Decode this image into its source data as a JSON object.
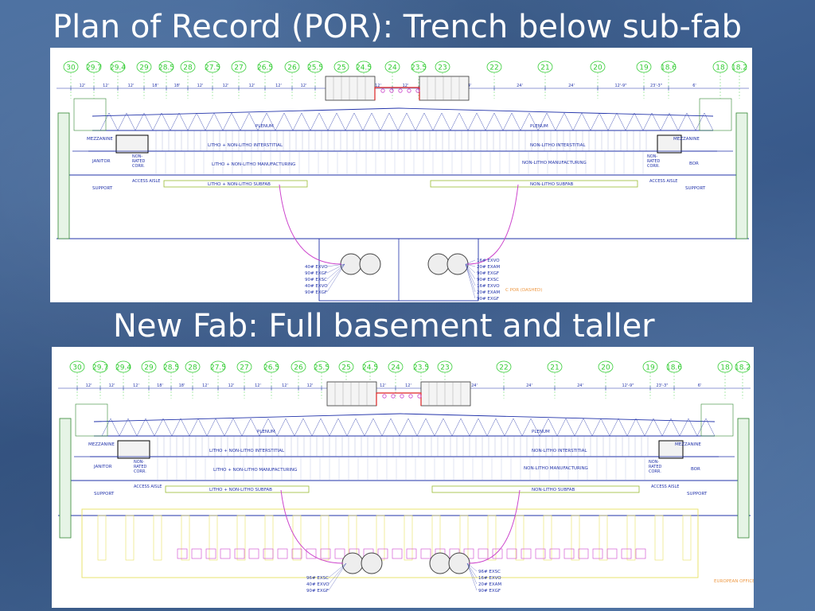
{
  "slide": {
    "title1": "Plan of Record (POR):  Trench below sub-fab",
    "title2": "New Fab:  Full basement and taller"
  },
  "colors": {
    "background": "#3f6393",
    "grid_bubble": "#33cc33",
    "structure": "#2233aa",
    "exhaust_red": "#dd2222",
    "subfab_yellow": "#e8e060",
    "magenta_duct": "#cc44cc"
  },
  "diagram1": {
    "grid_labels": [
      "30",
      "29.7",
      "29.4",
      "29",
      "28.5",
      "28",
      "27.5",
      "27",
      "26.5",
      "26",
      "25.5",
      "25",
      "24.5",
      "24",
      "23.5",
      "23",
      "22",
      "21",
      "20",
      "19",
      "18.6",
      "18",
      "18.2"
    ],
    "dimensions": [
      "12'",
      "12'",
      "12'",
      "18'",
      "18'",
      "12'",
      "12'",
      "12'",
      "12'",
      "12'",
      "12'",
      "12'",
      "12'",
      "12'",
      "24'",
      "24'",
      "24'",
      "24'",
      "12'-9\"",
      "23'-3\"",
      "6'"
    ],
    "rooms": {
      "plenum_left": "PLENUM",
      "plenum_right": "PLENUM",
      "interstitial_left": "LITHO + NON-LITHO INTERSTITIAL",
      "interstitial_right": "NON-LITHO INTERSTITIAL",
      "mezz_left": "MEZZANINE",
      "mezz_right": "MEZZANINE",
      "janitor": "JANITOR",
      "nonrated_left": [
        "NON-",
        "RATED",
        "CORR."
      ],
      "nonrated_right": [
        "NON-",
        "RATED",
        "CORR."
      ],
      "mfg_left": "LITHO + NON-LITHO MANUFACTURING",
      "mfg_right": "NON-LITHO MANUFACTURING",
      "bor": "BOR",
      "support_left": "SUPPORT",
      "support_right": "SUPPORT",
      "aisle_left": "ACCESS AISLE",
      "aisle_right": "ACCESS AISLE",
      "subfab_left": "LITHO + NON-LITHO SUBFAB",
      "subfab_right": "NON-LITHO SUBFAB"
    },
    "duct_labels_left": [
      "40# EXVO",
      "90# EXGF",
      "90# EXSC",
      "40# EXVO",
      "90# EXGF"
    ],
    "duct_labels_right": [
      "16# EXVO",
      "20# EXAM",
      "90# EXGF",
      "90# EXSC",
      "16# EXVO",
      "20# EXAM",
      "90# EXGF"
    ],
    "note": "C POR (DASHED)"
  },
  "diagram2": {
    "grid_labels": [
      "30",
      "29.7",
      "29.4",
      "29",
      "28.5",
      "28",
      "27.5",
      "27",
      "26.5",
      "26",
      "25.5",
      "25",
      "24.5",
      "24",
      "23.5",
      "23",
      "22",
      "21",
      "20",
      "19",
      "18.6",
      "18",
      "18.2"
    ],
    "dimensions": [
      "12'",
      "12'",
      "12'",
      "18'",
      "18'",
      "12'",
      "12'",
      "12'",
      "12'",
      "12'",
      "12'",
      "12'",
      "12'",
      "12'",
      "24'",
      "24'",
      "24'",
      "24'",
      "12'-9\"",
      "23'-3\"",
      "6'"
    ],
    "rooms": {
      "plenum_left": "PLENUM",
      "plenum_right": "PLENUM",
      "interstitial_left": "LITHO + NON-LITHO INTERSTITIAL",
      "interstitial_right": "NON-LITHO INTERSTITIAL",
      "mezz_left": "MEZZANINE",
      "mezz_right": "MEZZANINE",
      "janitor": "JANITOR",
      "nonrated_left": [
        "NON-",
        "RATED",
        "CORR."
      ],
      "nonrated_right": [
        "NON-",
        "RATED",
        "CORR."
      ],
      "mfg_left": "LITHO + NON-LITHO MANUFACTURING",
      "mfg_right": "NON-LITHO MANUFACTURING",
      "bor": "BOR",
      "support_left": "SUPPORT",
      "support_right": "SUPPORT",
      "aisle_left": "ACCESS AISLE",
      "aisle_right": "ACCESS AISLE",
      "subfab_left": "LITHO + NON-LITHO SUBFAB",
      "subfab_right": "NON-LITHO SUBFAB"
    },
    "duct_labels_left": [
      "96# EXSC",
      "40# EXVO",
      "90# EXGF"
    ],
    "duct_labels_right": [
      "96# EXSC",
      "16# EXVO",
      "20# EXAM",
      "90# EXGF"
    ],
    "note": "EUROPEAN OFFICE"
  }
}
